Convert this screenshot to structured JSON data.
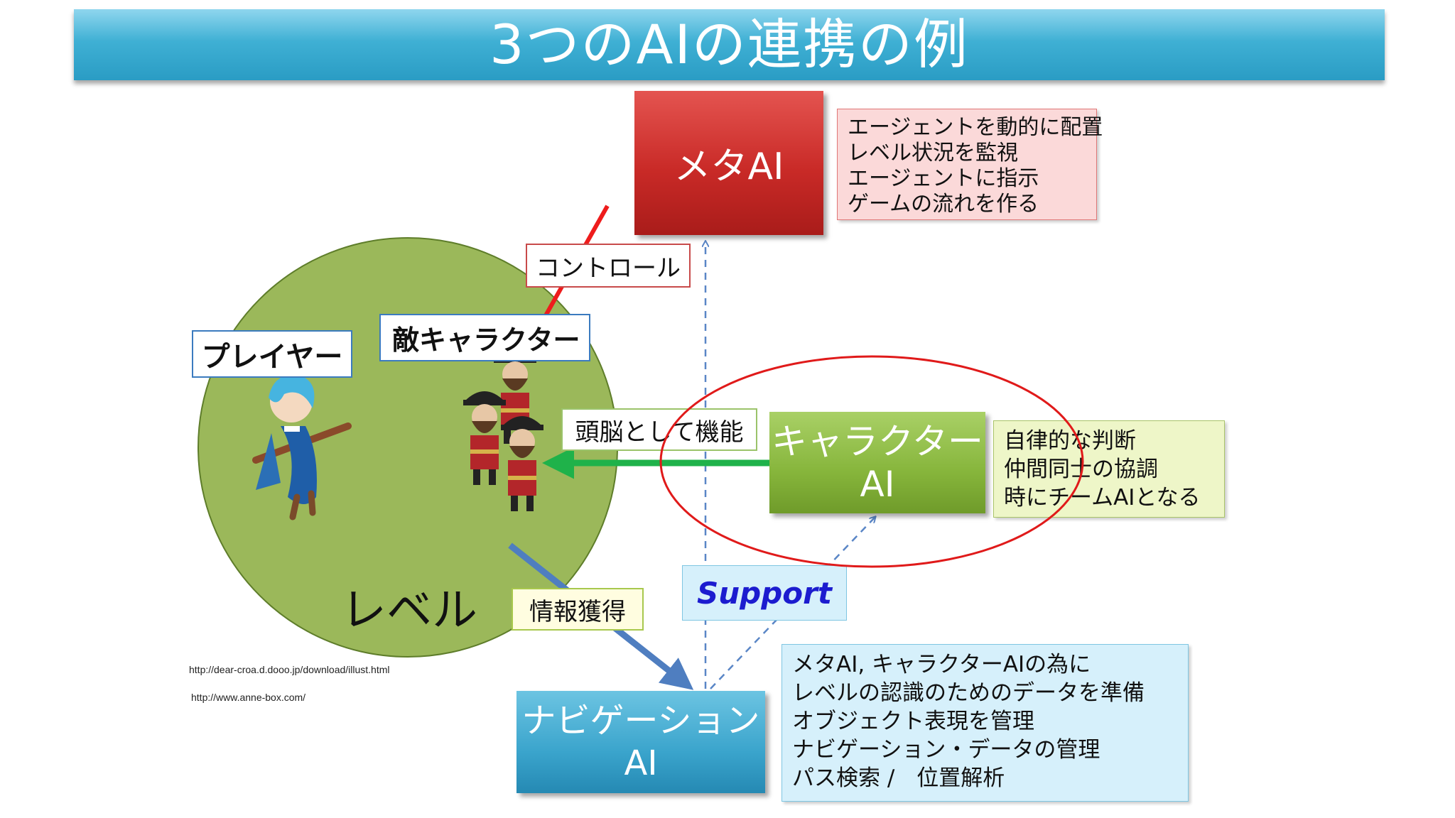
{
  "title": "3つのAIの連携の例",
  "meta_ai": {
    "label": "メタAI",
    "notes": [
      "エージェントを動的に配置",
      "レベル状況を監視",
      "エージェントに指示",
      "ゲームの流れを作る"
    ]
  },
  "character_ai": {
    "label_line1": "キャラクター",
    "label_line2": "AI",
    "notes": [
      "自律的な判断",
      "仲間同士の協調",
      "時にチームAIとなる"
    ]
  },
  "navigation_ai": {
    "label_line1": "ナビゲーション",
    "label_line2": "AI",
    "notes": [
      "メタAI, キャラクターAIの為に",
      "レベルの認識のためのデータを準備",
      "オブジェクト表現を管理",
      "ナビゲーション・データの管理",
      "パス検索 /　位置解析"
    ]
  },
  "labels": {
    "control": "コントロール",
    "brain": "頭脳として機能",
    "info": "情報獲得",
    "support": "Support",
    "player": "プレイヤー",
    "enemy": "敵キャラクター",
    "level": "レベル"
  },
  "credits": [
    "http://dear-croa.d.dooo.jp/download/illust.html",
    "http://www.anne-box.com/"
  ],
  "colors": {
    "title_bar": "#3fb0d4",
    "meta_ai": "#c92a27",
    "character_ai": "#86b53b",
    "navigation_ai": "#3aa4cc",
    "level_circle": "#9bb85a",
    "control_arrow": "#ee1c1c",
    "brain_arrow": "#1fb24a",
    "info_arrow": "#4f7ec0",
    "highlight_ellipse": "#e01a1a"
  }
}
